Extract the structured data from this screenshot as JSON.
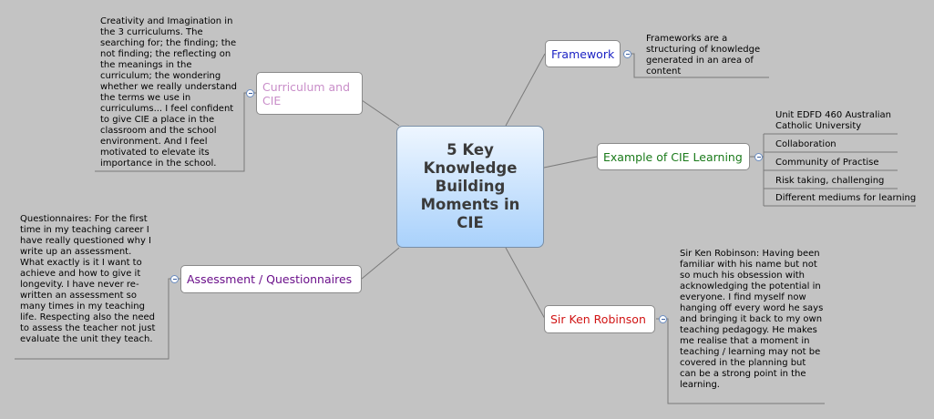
{
  "central": {
    "title": "5 Key Knowledge Building Moments in CIE"
  },
  "branches": {
    "framework": {
      "label": "Framework",
      "color": "#1c23c4",
      "note": "Frameworks are a structuring  of knowledge generated in an area of content"
    },
    "example": {
      "label": "Example of CIE Learning",
      "color": "#1a7a1a",
      "subtopics": [
        "Unit EDFD 460 Australian Catholic University",
        "Collaboration",
        "Community of Practise",
        "Risk taking, challenging",
        "Different mediums for learning"
      ]
    },
    "robinson": {
      "label": "Sir Ken Robinson",
      "color": "#d11414",
      "note": "Sir Ken Robinson: Having been familiar with his name but not so much his obsession with acknowledging the potential in everyone. I find myself now hanging off every word he says and bringing it back to my own teaching pedagogy. He makes me realise that a moment in teaching / learning may not be covered in the planning but can be a strong point in the learning."
    },
    "curriculum": {
      "label": "Curriculum and CIE",
      "color": "#c98ec9",
      "note": "Creativity and Imagination in the 3 curriculums. The searching for; the finding; the not finding; the reflecting on the meanings in the curriculum; the wondering whether we really understand the terms we use in curriculums... I feel confident to give CIE a place in the classroom and the school environment. And I feel motivated to elevate its importance in the school."
    },
    "assessment": {
      "label": "Assessment / Questionnaires",
      "color": "#6a0f8a",
      "note": "Questionnaires: For the first time in my teaching career I have really questioned why I write up an assessment. What exactly is it I want to achieve and how to give it longevity. I have never re-written an assessment so many times in my teaching life. Respecting also the need to assess the teacher not just evaluate the unit they teach."
    }
  }
}
